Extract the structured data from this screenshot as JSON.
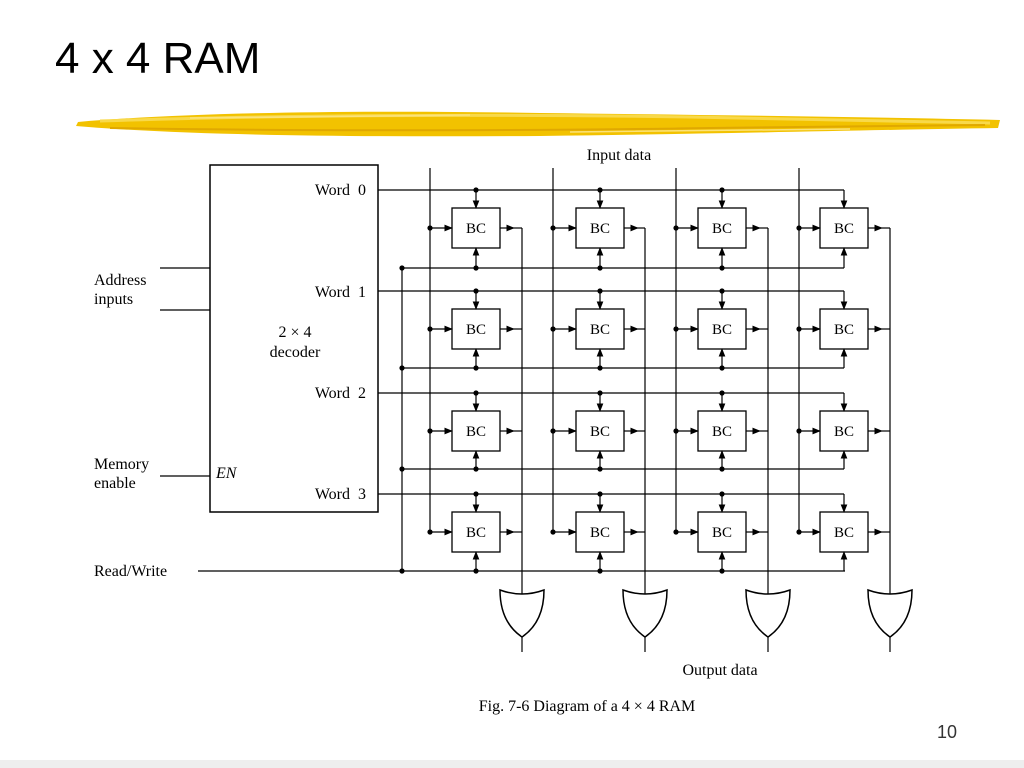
{
  "slide": {
    "title": "4 x 4 RAM",
    "page_number": "10",
    "accent_color": "#f2c200"
  },
  "diagram": {
    "input_label": "Input data",
    "output_label": "Output data",
    "caption": "Fig. 7-6 Diagram of a 4 × 4 RAM",
    "decoder": {
      "line1": "2 × 4",
      "line2": "decoder",
      "enable_pin": "EN",
      "outputs": [
        "Word  0",
        "Word  1",
        "Word  2",
        "Word  3"
      ]
    },
    "address_label": [
      "Address",
      "inputs"
    ],
    "memory_enable_label": [
      "Memory",
      "enable"
    ],
    "read_write_label": "Read/Write",
    "cell_label": "BC",
    "rows": 4,
    "columns": 4
  }
}
